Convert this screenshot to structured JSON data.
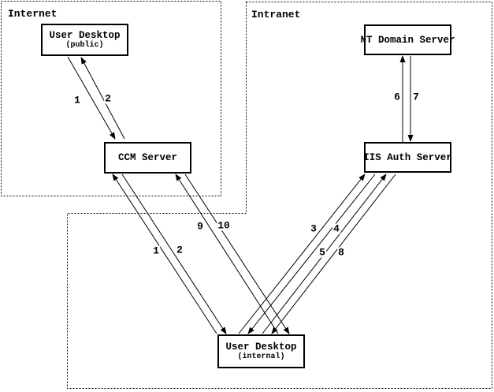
{
  "diagram": {
    "regions": [
      {
        "id": "internet",
        "label": "Internet"
      },
      {
        "id": "intranet",
        "label": "Intranet"
      }
    ],
    "nodes": [
      {
        "id": "user-desktop-public",
        "title": "User Desktop",
        "subtitle": "(public)",
        "region": "Internet"
      },
      {
        "id": "ccm-server",
        "title": "CCM Server",
        "subtitle": "",
        "region": "Internet"
      },
      {
        "id": "nt-domain-server",
        "title": "NT Domain Server",
        "subtitle": "",
        "region": "Intranet"
      },
      {
        "id": "iis-auth-server",
        "title": "IIS Auth Server",
        "subtitle": "",
        "region": "Intranet"
      },
      {
        "id": "user-desktop-internal",
        "title": "User Desktop",
        "subtitle": "(internal)",
        "region": "Intranet"
      }
    ],
    "edges": [
      {
        "label": "1",
        "from": "User Desktop (public)",
        "to": "CCM Server"
      },
      {
        "label": "2",
        "from": "CCM Server",
        "to": "User Desktop (public)"
      },
      {
        "label": "1",
        "from": "User Desktop (internal)",
        "to": "CCM Server"
      },
      {
        "label": "2",
        "from": "CCM Server",
        "to": "User Desktop (internal)"
      },
      {
        "label": "9",
        "from": "User Desktop (internal)",
        "to": "CCM Server"
      },
      {
        "label": "10",
        "from": "CCM Server",
        "to": "User Desktop (internal)"
      },
      {
        "label": "3",
        "from": "User Desktop (internal)",
        "to": "IIS Auth Server"
      },
      {
        "label": "4",
        "from": "IIS Auth Server",
        "to": "User Desktop (internal)"
      },
      {
        "label": "5",
        "from": "User Desktop (internal)",
        "to": "IIS Auth Server"
      },
      {
        "label": "8",
        "from": "IIS Auth Server",
        "to": "User Desktop (internal)"
      },
      {
        "label": "6",
        "from": "IIS Auth Server",
        "to": "NT Domain Server"
      },
      {
        "label": "7",
        "from": "NT Domain Server",
        "to": "IIS Auth Server"
      }
    ],
    "colors": {
      "line": "#000000",
      "background": "#ffffff"
    }
  }
}
